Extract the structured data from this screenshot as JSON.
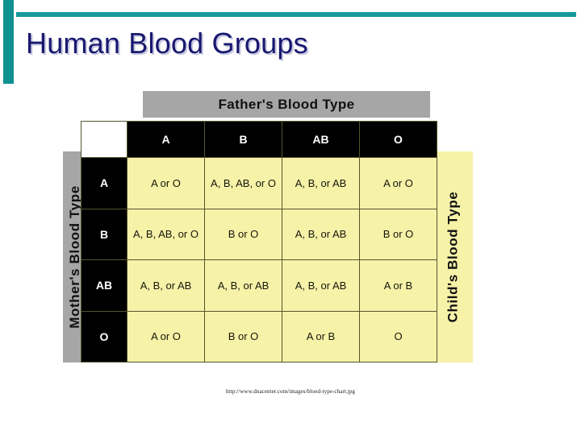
{
  "slide": {
    "title": "Human Blood Groups",
    "accent_color": "#0d9191",
    "title_color": "#191970"
  },
  "chart": {
    "top_banner_label": "Father's Blood Type",
    "left_axis_label": "Mother's Blood Type",
    "right_axis_label": "Child's Blood Type",
    "column_headers": [
      "A",
      "B",
      "AB",
      "O"
    ],
    "row_headers": [
      "A",
      "B",
      "AB",
      "O"
    ],
    "header_bg": "#000000",
    "banner_bg": "#a6a6a6",
    "cell_bg": "#f6f2a8",
    "rows": [
      {
        "mother": "A",
        "cells": [
          "A or O",
          "A, B, AB, or O",
          "A, B, or AB",
          "A or O"
        ]
      },
      {
        "mother": "B",
        "cells": [
          "A, B, AB, or O",
          "B or O",
          "A, B, or AB",
          "B or O"
        ]
      },
      {
        "mother": "AB",
        "cells": [
          "A, B, or AB",
          "A, B, or AB",
          "A, B, or AB",
          "A or B"
        ]
      },
      {
        "mother": "O",
        "cells": [
          "A or O",
          "B or O",
          "A or B",
          "O"
        ]
      }
    ]
  },
  "caption": {
    "source_url": "http://www.dnacenter.com/images/blood-type-chart.jpg"
  }
}
